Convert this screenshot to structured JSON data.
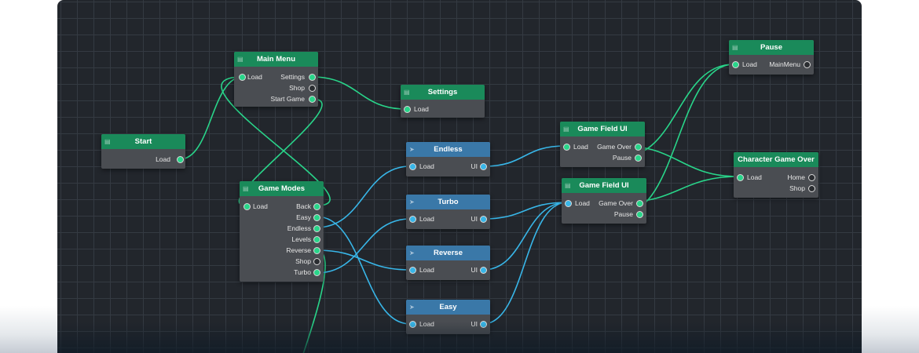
{
  "canvas": {
    "title": ""
  },
  "nodes": {
    "start": {
      "title": "Start",
      "outputs": [
        "Load"
      ]
    },
    "main_menu": {
      "title": "Main Menu",
      "input": "Load",
      "outputs": [
        "Settings",
        "Shop",
        "Start Game"
      ]
    },
    "settings": {
      "title": "Settings",
      "input": "Load"
    },
    "game_modes": {
      "title": "Game Modes",
      "input": "Load",
      "outputs": [
        "Back",
        "Easy",
        "Endless",
        "Levels",
        "Reverse",
        "Shop",
        "Turbo"
      ]
    },
    "endless": {
      "title": "Endless",
      "input": "Load",
      "output": "UI"
    },
    "turbo": {
      "title": "Turbo",
      "input": "Load",
      "output": "UI"
    },
    "reverse": {
      "title": "Reverse",
      "input": "Load",
      "output": "UI"
    },
    "easy": {
      "title": "Easy",
      "input": "Load",
      "output": "UI"
    },
    "game_field_ui_1": {
      "title": "Game Field UI",
      "input": "Load",
      "outputs": [
        "Game Over",
        "Pause"
      ]
    },
    "game_field_ui_2": {
      "title": "Game Field UI",
      "input": "Load",
      "outputs": [
        "Game Over",
        "Pause"
      ]
    },
    "pause": {
      "title": "Pause",
      "input": "Load",
      "outputs": [
        "MainMenu"
      ]
    },
    "character_game_over": {
      "title": "Character Game Over",
      "input": "Load",
      "outputs": [
        "Home",
        "Shop"
      ]
    }
  },
  "colors": {
    "canvas_bg": "#22262c",
    "grid_line": "#343a42",
    "scene_header": "#1a8a5a",
    "mode_header": "#3a78a8",
    "node_body": "#4a4d52",
    "wire_scene": "#29d58a",
    "wire_mode": "#38b6e8"
  },
  "icons": {
    "scene_node": "window-icon",
    "mode_node": "arrow-icon"
  }
}
